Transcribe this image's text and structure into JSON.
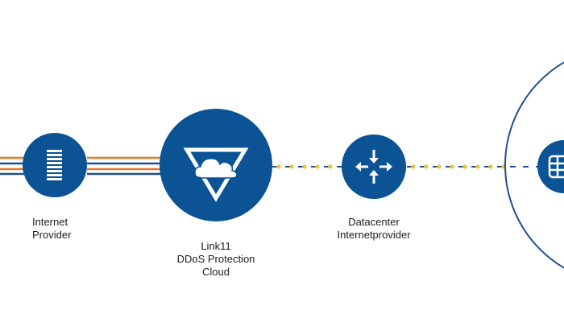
{
  "colors": {
    "node_fill": "#0b5394",
    "brand_blue": "#1d4f91",
    "orange_line": "#e8772e",
    "dot_yellow": "#f2c230",
    "dash_blue": "#1d4f91",
    "text": "#1c1c1c",
    "icon_white": "#ffffff"
  },
  "nodes": {
    "internet_provider": {
      "label_lines": [
        "Internet",
        "Provider"
      ],
      "icon": "server-rack-icon"
    },
    "link11": {
      "label_lines": [
        "Link11",
        "DDoS Protection",
        "Cloud"
      ],
      "icon": "cloud-shield-icon"
    },
    "datacenter": {
      "label_lines": [
        "Datacenter",
        "Internetprovider"
      ],
      "icon": "router-arrows-icon"
    },
    "server": {
      "icon": "server-icon"
    }
  }
}
